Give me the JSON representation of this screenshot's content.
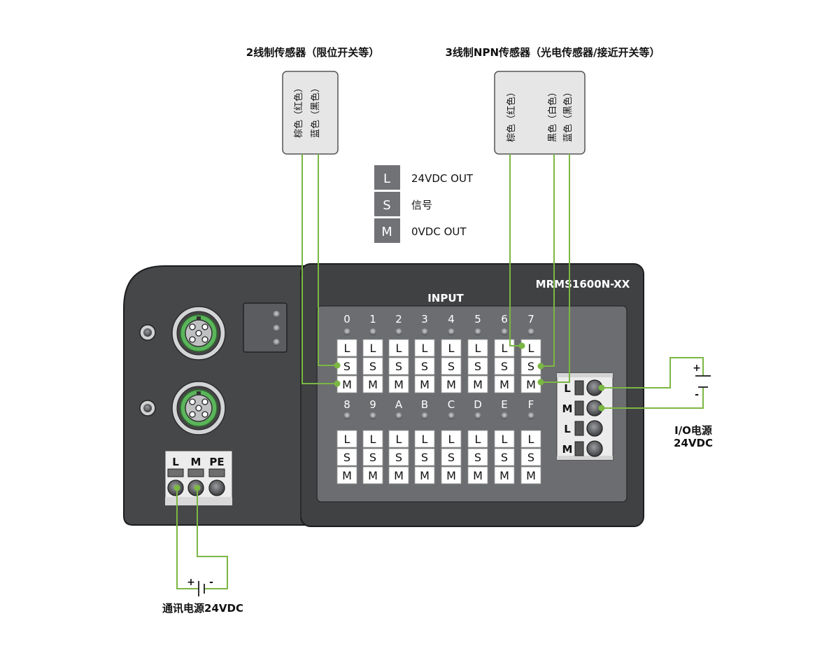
{
  "sensor2": {
    "title": "2线制传感器（限位开关等）",
    "wires": [
      "棕色（红色）",
      "蓝色（黑色）"
    ]
  },
  "sensor3": {
    "title": "3线制NPN传感器（光电传感器/接近开关等）",
    "wires": [
      "棕色（红色）",
      "黑色（白色）",
      "蓝色（黑色）"
    ]
  },
  "legend": [
    {
      "key": "L",
      "desc": "24VDC OUT"
    },
    {
      "key": "S",
      "desc": "信号"
    },
    {
      "key": "M",
      "desc": "0VDC OUT"
    }
  ],
  "module": {
    "model": "MRMS1600N-XX",
    "input_label": "INPUT",
    "channels_top": [
      "0",
      "1",
      "2",
      "3",
      "4",
      "5",
      "6",
      "7"
    ],
    "channels_bottom": [
      "8",
      "9",
      "A",
      "B",
      "C",
      "D",
      "E",
      "F"
    ],
    "terminal_letters": [
      "L",
      "S",
      "M"
    ]
  },
  "io_power": {
    "terminals": [
      "L",
      "M",
      "L",
      "M"
    ],
    "plus": "+",
    "minus": "-",
    "label_line1": "I/O电源",
    "label_line2": "24VDC"
  },
  "comm_power": {
    "terminals": [
      "L",
      "M",
      "PE"
    ],
    "plus": "+",
    "minus": "-",
    "label": "通讯电源24VDC"
  },
  "colors": {
    "housing": "#454749",
    "panel": "#6b6d70",
    "wire": "#7bb743",
    "connector_green": "#59b05a",
    "legend_box": "#707276"
  }
}
